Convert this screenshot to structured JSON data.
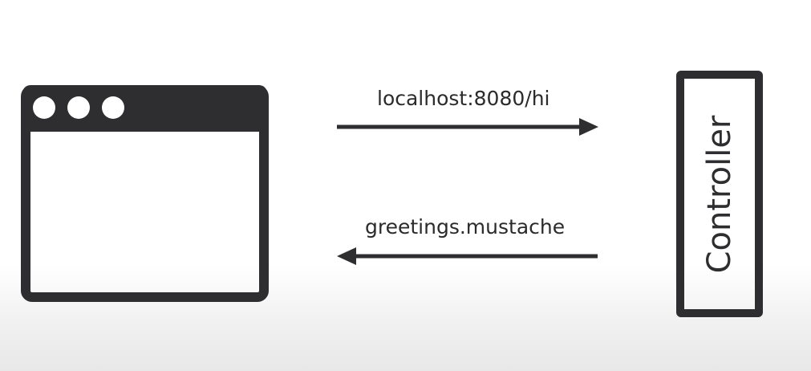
{
  "browser": {
    "window_dots": 3
  },
  "request_arrow": {
    "label": "localhost:8080/hi",
    "direction": "right"
  },
  "response_arrow": {
    "label": "greetings.mustache",
    "direction": "left"
  },
  "controller": {
    "label": "Controller"
  },
  "colors": {
    "ink": "#2e2e31",
    "text": "#2b2b2b",
    "background": "#ffffff"
  }
}
